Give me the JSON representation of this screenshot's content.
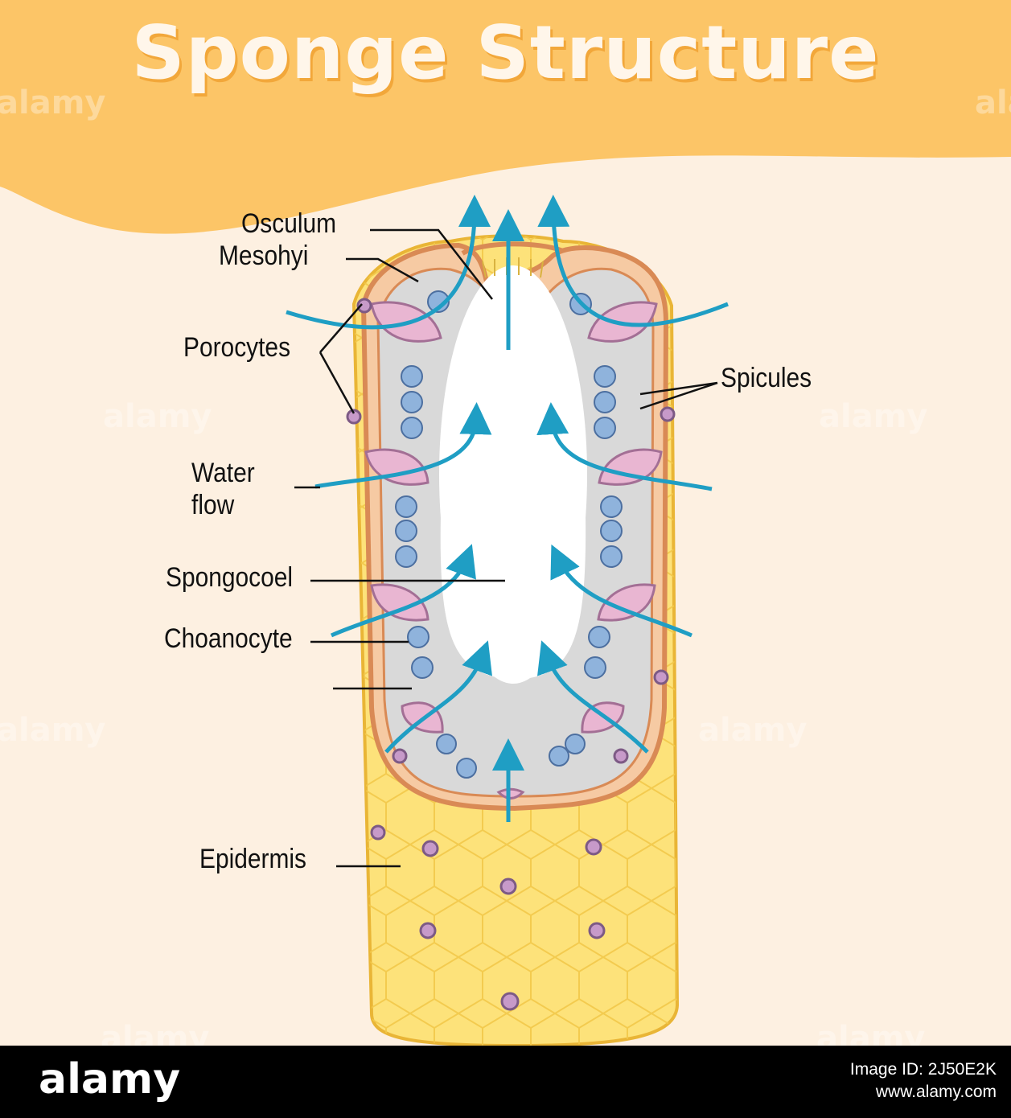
{
  "title": "Sponge Structure",
  "labels": {
    "osculum": "Osculum",
    "mesohyl": "Mesohyi",
    "porocytes": "Porocytes",
    "spicules": "Spicules",
    "water_flow_1": "Water",
    "water_flow_2": "flow",
    "spongocoel": "Spongocoel",
    "choanocyte": "Choanocyte",
    "epidermis": "Epidermis"
  },
  "watermark_text": "alamy",
  "footer": {
    "logo": "alamy",
    "image_id_line": "Image ID: 2J50E2K",
    "site": "www.alamy.com"
  },
  "colors": {
    "banner": "#fcc567",
    "background": "#fdf0e1",
    "outer_body": "#fde27a",
    "mesohyl": "#f6caa3",
    "inner_wall": "#d98a55",
    "spongocoel": "#ffffff",
    "water_arrow": "#1f9ec4",
    "choanocyte": "#8fb3dc"
  }
}
